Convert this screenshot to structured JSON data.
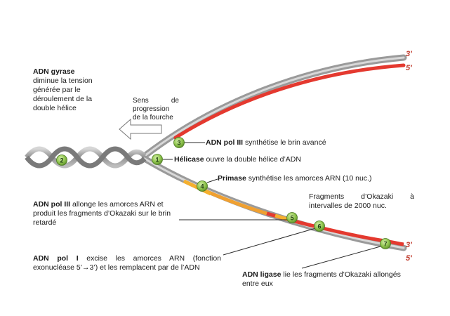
{
  "strand_ends": {
    "top_3": "3′",
    "top_5": "5′",
    "bottom_3": "3′",
    "bottom_5": "5′"
  },
  "markers": [
    "1",
    "2",
    "3",
    "4",
    "5",
    "6",
    "7"
  ],
  "gyrase": {
    "title": "ADN gyrase",
    "text": "diminue la tension générée par le déroulement de la double hélice"
  },
  "direction": {
    "text": "Sens de progression de la fourche"
  },
  "pol3_lead": {
    "title": "ADN pol III",
    "text": " synthétise le brin avancé"
  },
  "helicase": {
    "title": "Hélicase",
    "text": " ouvre la double hélice d’ADN"
  },
  "primase": {
    "title": "Primase",
    "text": " synthétise les amorces ARN (10 nuc.)"
  },
  "okazaki": {
    "text": "Fragments d’Okazaki à intervalles de 2000 nuc."
  },
  "pol3_lag": {
    "title": "ADN pol III",
    "text": " allonge les amorces ARN et produit les fragments d’Okazaki sur le brin retardé"
  },
  "pol1": {
    "title": "ADN pol I",
    "text": " excise les amorces ARN (fonction exonucléase 5’→3’) et les remplacent par de l’ADN"
  },
  "ligase": {
    "title": "ADN ligase",
    "text": " lie les fragments d’Okazaki allongés entre eux"
  }
}
